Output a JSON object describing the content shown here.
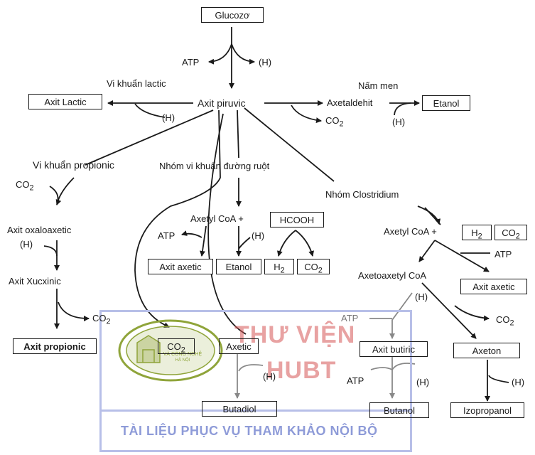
{
  "nodes": {
    "glucozo": "Glucozơ",
    "atp_top": "ATP",
    "h_top": "(H)",
    "vi_khuan_lactic": "Vi khuẩn lactic",
    "axit_lactic": "Axit Lactic",
    "h_lactic": "(H)",
    "axit_piruvic": "Axit piruvic",
    "nam_men": "Nấm men",
    "axetaldehit": "Axetaldehit",
    "etanol_top": "Etanol",
    "co2_axetaldehit": "CO",
    "co2_sub": "2",
    "h_etanol": "(H)",
    "vi_khuan_propionic": "Vi khuẩn propionic",
    "nhom_duong_ruot": "Nhóm vi khuẩn đường ruột",
    "nhom_clostridium": "Nhóm Clostridium",
    "co2_left": "CO",
    "axit_oxaloaxetic": "Axit oxaloaxetic",
    "h_oxalo": "(H)",
    "axit_xucxinic": "Axit Xucxinic",
    "co2_xucxinic": "CO",
    "axit_propionic": "Axit propionic",
    "axetyl_coa_mid": "Axetyl CoA +",
    "hcooh": "HCOOH",
    "atp_mid": "ATP",
    "h_mid": "(H)",
    "axit_axetic_mid": "Axit axetic",
    "etanol_mid": "Etanol",
    "h2_mid": "H",
    "co2_mid": "CO",
    "axetyl_coa_right": "Axetyl CoA +",
    "h2_right": "H",
    "co2_right": "CO",
    "atp_right": "ATP",
    "axetoaxetyl_coa": "Axetoaxetyl CoA",
    "axit_axetic_right": "Axit axetic",
    "h_axetoaxetyl": "(H)",
    "atp_butiric": "ATP",
    "co2_axeton": "CO",
    "co2_bottom": "CO",
    "axetic_bottom": "Axetic",
    "axit_butiric": "Axit butiric",
    "axeton": "Axeton",
    "h_bottom_mid": "(H)",
    "atp_bottom": "ATP",
    "h_butanol": "(H)",
    "h_axeton": "(H)",
    "butadiol": "Butadiol",
    "butanol": "Butanol",
    "izopropanol": "Izopropanol"
  },
  "watermark": {
    "title_line1": "THƯ VIỆN",
    "title_line2": "HUBT",
    "subtitle": "TÀI LIỆU PHỤC VỤ THAM KHẢO NỘI BỘ",
    "seal_text": "VÀ CÔNG NGHỆ HÀ NỘI",
    "frame_color": "#b7bfe8",
    "title_color": "#d65656",
    "seal_color": "#8fa43a"
  }
}
